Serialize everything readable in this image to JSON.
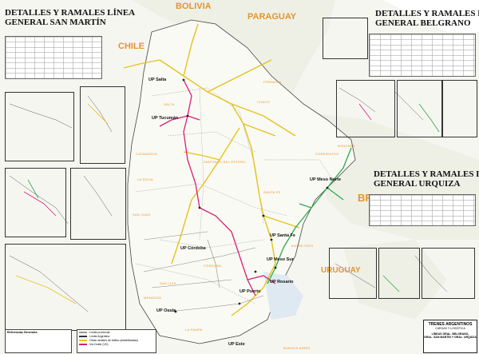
{
  "titles": {
    "san_martin": [
      "DETALLES Y RAMALES LÍNEA",
      "GENERAL SAN MARTÍN"
    ],
    "belgrano": [
      "DETALLES Y RAMALES LÍNEA",
      "GENERAL BELGRANO"
    ],
    "urquiza": [
      "DETALLES Y RAMALES LÍNEA",
      "GENERAL URQUIZA"
    ]
  },
  "countries": {
    "bolivia": "BOLIVIA",
    "paraguay": "PARAGUAY",
    "chile": "CHILE",
    "brasil": "BRASIL",
    "uruguay": "URUGUAY"
  },
  "units": {
    "salta": "UP Salta",
    "tucuman": "UP Tucumán",
    "meso_norte": "UP Meso Norte",
    "cordoba": "UP Córdoba",
    "santa_fe": "UP Santa Fe",
    "meso_sur": "UP Meso Sur",
    "rosario": "UP Rosario",
    "puerto": "UP Puerto",
    "oeste": "UP Oeste",
    "este": "UP Este"
  },
  "provinces": {
    "salta": "SALTA",
    "catamarca": "CATAMARCA",
    "santiago": "SANTIAGO DEL ESTERO",
    "chaco": "CHACO",
    "formosa": "FORMOSA",
    "corrientes": "CORRIENTES",
    "misiones": "MISIONES",
    "santa_fe": "SANTA FE",
    "cordoba": "CÓRDOBA",
    "la_rioja": "LA RIOJA",
    "san_juan": "SAN JUAN",
    "san_luis": "SAN LUIS",
    "mendoza": "MENDOZA",
    "la_pampa": "LA PAMPA",
    "entre_rios": "ENTRE RÍOS",
    "buenos_aires": "BUENOS AIRES"
  },
  "legend": {
    "title": "Referencias Generales",
    "items": [
      {
        "label": "Límite provincial",
        "color": "#999999"
      },
      {
        "label": "Límite Argentina",
        "color": "#333333"
      },
      {
        "label": "Otras ramales de tráfico (estabilizadas)",
        "color": "#e7c21c"
      },
      {
        "label": "Vía Doble (VD)",
        "color": "#d81e78"
      }
    ]
  },
  "title_block": {
    "org": "TRENES ARGENTINOS",
    "sub": "CARGAS Y LOGÍSTICA",
    "lines": [
      "LÍNEAS GRAL. BELGRANO,",
      "GRAL. SAN MARTÍN Y GRAL. URQUIZA"
    ]
  },
  "colors": {
    "belgrano": "#e7c21c",
    "san_martin": "#d81e78",
    "urquiza": "#2ca84a",
    "country_label": "#e3962b"
  }
}
